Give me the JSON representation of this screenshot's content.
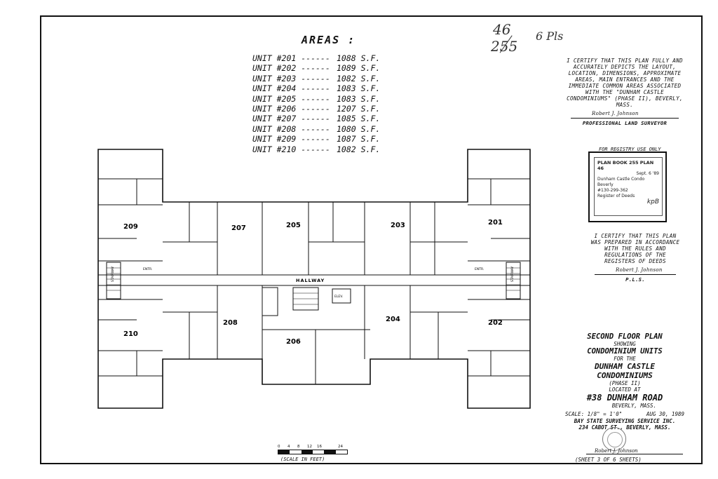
{
  "handwritten": {
    "book": "46",
    "plan": "255",
    "sheets": "6 Pls"
  },
  "areas": {
    "title": "AREAS :",
    "rows": [
      {
        "unit": "UNIT #201 ------",
        "area": "1088 S.F."
      },
      {
        "unit": "UNIT #202 ------",
        "area": "1089 S.F."
      },
      {
        "unit": "UNIT #203 ------",
        "area": "1082 S.F."
      },
      {
        "unit": "UNIT #204 ------",
        "area": "1083 S.F."
      },
      {
        "unit": "UNIT #205 ------",
        "area": "1083 S.F."
      },
      {
        "unit": "UNIT #206 ------",
        "area": "1207 S.F."
      },
      {
        "unit": "UNIT #207 ------",
        "area": "1085 S.F."
      },
      {
        "unit": "UNIT #208 ------",
        "area": "1080 S.F."
      },
      {
        "unit": "UNIT #209 ------",
        "area": "1087 S.F."
      },
      {
        "unit": "UNIT #210 ------",
        "area": "1082 S.F."
      }
    ]
  },
  "surveyor_cert": {
    "text": "I CERTIFY THAT THIS PLAN FULLY AND ACCURATELY DEPICTS THE LAYOUT, LOCATION, DIMENSIONS, APPROXIMATE AREAS, MAIN ENTRANCES AND THE IMMEDIATE COMMON AREAS ASSOCIATED WITH THE \"DUNHAM CASTLE CONDOMINIUMS\" (PHASE II), BEVERLY, MASS.",
    "signature": "Robert J. Johnson",
    "role": "PROFESSIONAL LAND SURVEYOR"
  },
  "registry": {
    "label": "FOR REGISTRY USE ONLY",
    "stamp_head": "PLAN BOOK 255 PLAN 46",
    "stamp_lines": [
      "Sept. 6 '89",
      "Dunham Castle Condo",
      "Beverly",
      "#130-299-362",
      "Register of Deeds"
    ],
    "initials": "kpB"
  },
  "registry_cert": {
    "text": "I CERTIFY THAT THIS PLAN WAS PREPARED IN ACCORDANCE WITH THE RULES AND REGULATIONS OF THE REGISTERS OF DEEDS",
    "signature": "Robert J. Johnson",
    "role": "P.L.S."
  },
  "title_block": {
    "line1": "SECOND FLOOR PLAN",
    "line2": "SHOWING",
    "line3": "CONDOMINIUM UNITS",
    "line4": "FOR THE",
    "line5": "DUNHAM CASTLE",
    "line6": "CONDOMINIUMS",
    "line7": "(PHASE II)",
    "line8": "LOCATED AT",
    "line9": "#38 DUNHAM ROAD",
    "line10": "BEVERLY, MASS.",
    "scale": "SCALE: 1/8\" = 1'0\"",
    "date": "AUG 30, 1989",
    "firm1": "BAY STATE SURVEYING SERVICE INC.",
    "firm2": "234 CABOT ST., BEVERLY, MASS."
  },
  "sheet": {
    "signature": "Robert J. Johnson",
    "number": "(SHEET 3 OF 6 SHEETS)"
  },
  "scale_bar": {
    "ticks": [
      "0",
      "4",
      "8",
      "12",
      "16",
      "24"
    ],
    "caption": "(SCALE IN FEET)"
  },
  "plan": {
    "units": [
      "209",
      "207",
      "205",
      "203",
      "201",
      "210",
      "208",
      "206",
      "204",
      "202"
    ],
    "hallway": "HALLWAY",
    "stairway": "STAIRWAY",
    "elev": "ELEV.",
    "entr": "ENTR."
  }
}
